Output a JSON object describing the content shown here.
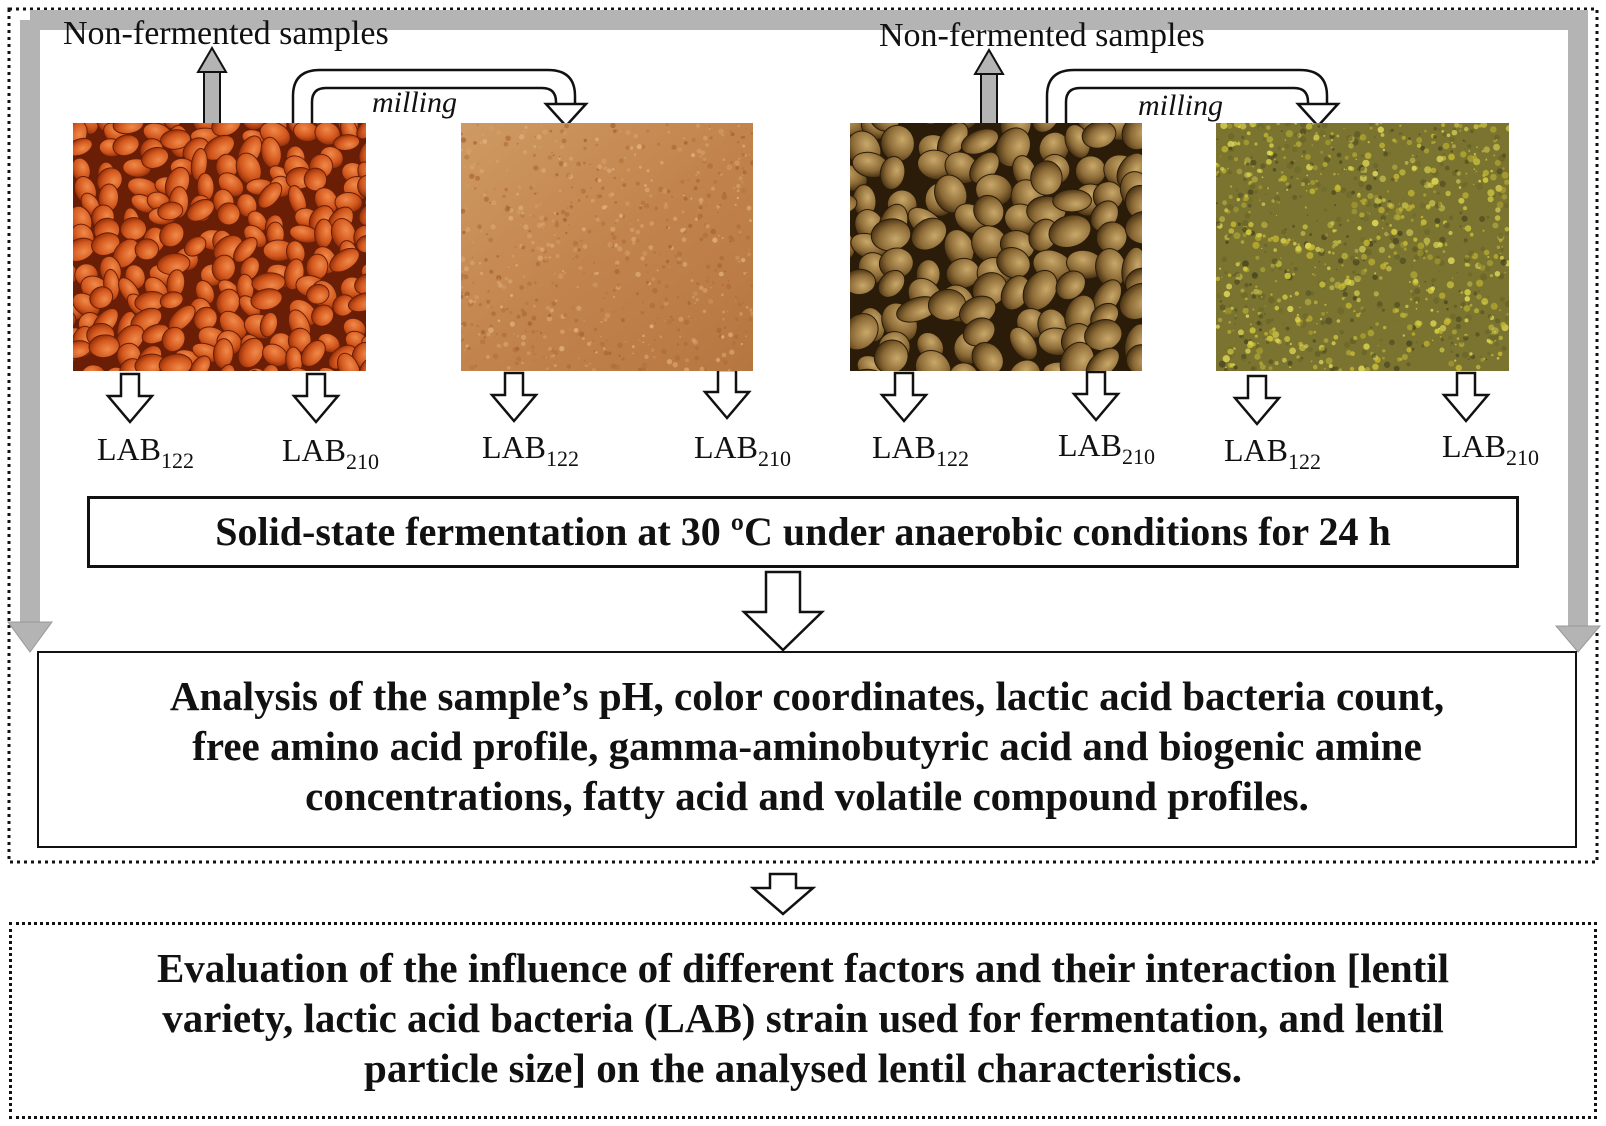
{
  "labels": {
    "non_fermented_left": "Non-fermented samples",
    "non_fermented_right": "Non-fermented samples",
    "milling_left": "milling",
    "milling_right": "milling"
  },
  "lab_labels": [
    {
      "base": "LAB",
      "sub": "122"
    },
    {
      "base": "LAB",
      "sub": "210"
    },
    {
      "base": "LAB",
      "sub": "122"
    },
    {
      "base": "LAB",
      "sub": "210"
    },
    {
      "base": "LAB",
      "sub": "122"
    },
    {
      "base": "LAB",
      "sub": "210"
    },
    {
      "base": "LAB",
      "sub": "122"
    },
    {
      "base": "LAB",
      "sub": "210"
    }
  ],
  "boxes": {
    "fermentation": "Solid-state fermentation at 30 ºC under anaerobic conditions for 24 h",
    "analysis_lines": [
      "Analysis of the sample’s pH, color coordinates, lactic acid bacteria count,",
      "free amino acid profile, gamma-aminobutyric acid and biogenic amine",
      "concentrations, fatty acid and volatile compound profiles."
    ],
    "evaluation_lines": [
      "Evaluation of the influence of different factors and their interaction [lentil",
      "variety, lactic acid bacteria (LAB) strain used for fermentation, and lentil",
      "particle size] on the analysed lentil characteristics."
    ]
  },
  "colors": {
    "grey_arrow": "#b4b4b4",
    "red_lentil": "#c8501c",
    "red_flour": "#c98a55",
    "green_lentil": "#8a6a3a",
    "green_flour": "#9a9030"
  }
}
